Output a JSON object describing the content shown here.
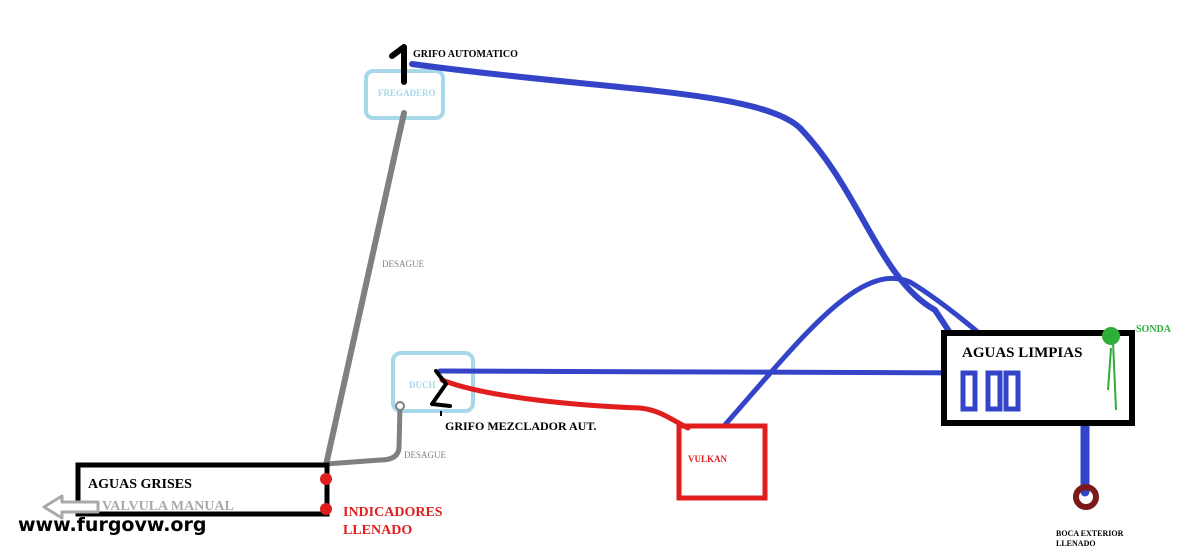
{
  "labels": {
    "grifo_automatico": "GRIFO AUTOMATICO",
    "fregadero": "FREGADERO",
    "desague_1": "DESAGUE",
    "ducha": "DUCH",
    "grifo_mezclador": "GRIFO MEZCLADOR AUT.",
    "desague_2": "DESAGUE",
    "vulkan": "VULKAN",
    "aguas_limpias": "AGUAS LIMPIAS",
    "sonda": "SONDA",
    "aguas_grises": "AGUAS GRISES",
    "valvula_manual": "VALVULA MANUAL",
    "indicadores_llenado": "INDICADORES LLENADO",
    "boca_exterior_llenado": "BOCA EXTERIOR LLENADO",
    "watermark": "www.furgovw.org"
  },
  "colors": {
    "clean_water_pipe": "#3344c8",
    "hot_water_pipe": "#e01e1e",
    "drain_pipe": "#808080",
    "sensor": "#2fae3c",
    "fixture_outline": "#a6d8ea",
    "tank_outline": "#000000",
    "exterior_inlet": "#7a1a1a",
    "watermark_text": "#000000"
  },
  "components": {
    "tanks": [
      "AGUAS LIMPIAS",
      "AGUAS GRISES"
    ],
    "fixtures": [
      "FREGADERO",
      "DUCH"
    ],
    "heater": "VULKAN"
  }
}
